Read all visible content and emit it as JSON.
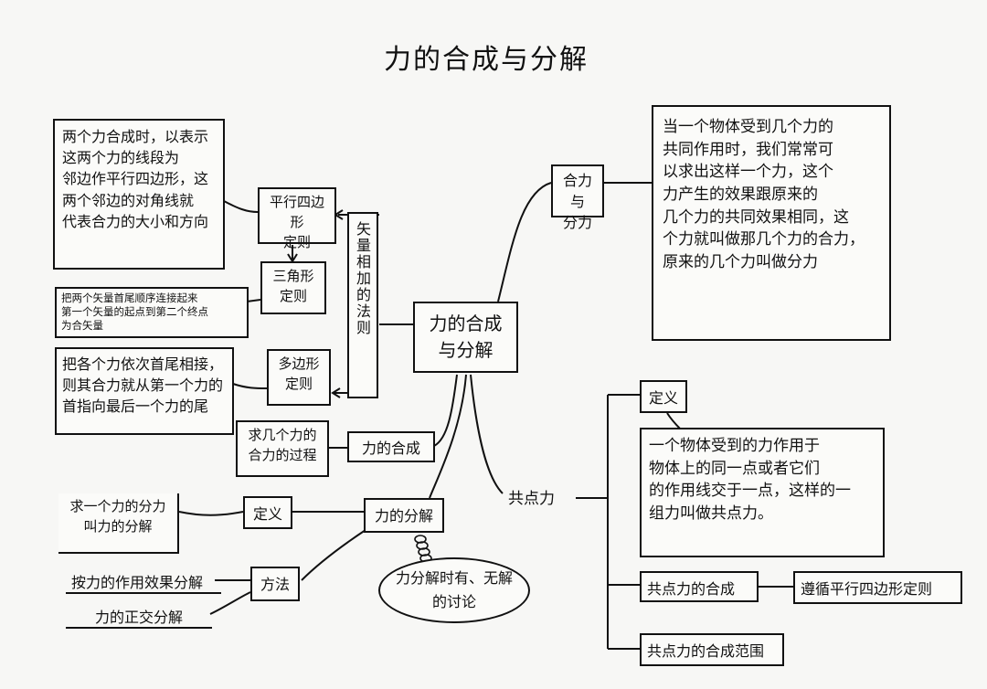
{
  "title": "力的合成与分解",
  "center": "力的合成\n与分解",
  "resultant": {
    "node": "合力与\n分力",
    "definition": "当一个物体受到几个力的\n共同作用时，我们常常可\n以求出这样一个力，这个\n力产生的效果跟原来的\n几个力的共同效果相同，这\n个力就叫做那几个力的合力，\n原来的几个力叫做分力"
  },
  "vector_rule": "矢量相加的法则",
  "parallelogram": {
    "node": "平行四边形\n定则",
    "desc": "两个力合成时，以表示\n这两个力的线段为\n邻边作平行四边形，这\n两个邻边的对角线就\n代表合力的大小和方向"
  },
  "triangle": {
    "node": "三角形\n定则",
    "desc": "把两个矢量首尾顺序连接起来\n第一个矢量的起点到第二个终点\n为合矢量"
  },
  "polygon": {
    "node": "多边形\n定则",
    "desc": "把各个力依次首尾相接，\n则其合力就从第一个力的\n首指向最后一个力的尾"
  },
  "composition": {
    "node": "力的合成",
    "desc": "求几个力的\n合力的过程"
  },
  "decomposition": {
    "node": "力的分解",
    "definition_node": "定义",
    "definition_desc": "求一个力的分力\n叫力的分解",
    "method_node": "方法",
    "method_1": "按力的作用效果分解",
    "method_2": "力的正交分解",
    "discussion": "力分解时有、无解\n的讨论"
  },
  "concurrent": {
    "node": "共点力",
    "definition_node": "定义",
    "definition_desc": "一个物体受到的力作用于\n物体上的同一点或者它们\n的作用线交于一点，这样的一\n组力叫做共点力。",
    "synthesis_node": "共点力的合成",
    "synthesis_rule": "遵循平行四边形定则",
    "range_node": "共点力的合成范围"
  }
}
